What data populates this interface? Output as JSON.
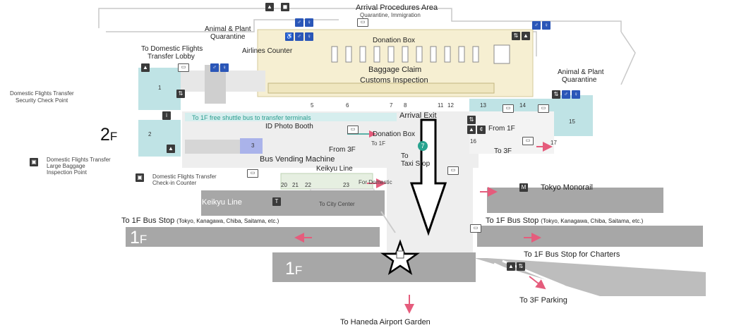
{
  "floors": {
    "f2": {
      "num": "2",
      "suffix": "F"
    },
    "f1_left": {
      "num": "1",
      "suffix": "F"
    },
    "f1_center": {
      "num": "1",
      "suffix": "F"
    }
  },
  "labels": {
    "arrival_procedures": "Arrival Procedures Area",
    "quarantine_immigration": "Quarantine, Immigration",
    "animal_plant_left_1": "Animal & Plant",
    "animal_plant_left_2": "Quarantine",
    "airlines_counter": "Airlines Counter",
    "donation_box_top": "Donation Box",
    "baggage_claim": "Baggage Claim",
    "customs_inspection": "Customs Inspection",
    "animal_plant_right_1": "Animal & Plant",
    "animal_plant_right_2": "Quarantine",
    "to_domestic_transfer_1": "To Domestic Flights",
    "to_domestic_transfer_2": "Transfer Lobby",
    "security_check_1": "Domestic Flights Transfer",
    "security_check_2": "Security Check Point",
    "shuttle_bus": "To 1F free shuttle bus to transfer terminals",
    "arrival_exit": "Arrival Exit",
    "id_photo_booth": "ID Photo Booth",
    "donation_box_mid": "Donation Box",
    "from_1f": "From 1F",
    "to_3f_right": "To 3F",
    "from_3f": "From 3F",
    "to_1f_small": "To 1F",
    "to_taxi_1": "To",
    "to_taxi_2": "Taxi Stop",
    "bus_vending": "Bus Vending Machine",
    "keikyu_line_mid": "Keikyu Line",
    "large_baggage_1": "Domestic Flights Transfer",
    "large_baggage_2": "Large Baggage",
    "large_baggage_3": "Inspection Point",
    "checkin_counter_1": "Domestic Flights Transfer",
    "checkin_counter_2": "Check-in Counter",
    "for_domestic": "For Domestic",
    "to_city_center": "To City Center",
    "keikyu_line_left": "Keikyu Line",
    "tokyo_monorail": "Tokyo Monorail",
    "bus_stop_left": "To 1F Bus Stop",
    "bus_stop_left_detail": "(Tokyo, Kanagawa, Chiba, Saitama, etc.)",
    "bus_stop_right": "To 1F Bus Stop",
    "bus_stop_right_detail": "(Tokyo, Kanagawa, Chiba, Saitama, etc.)",
    "bus_stop_charters": "To 1F Bus Stop for Charters",
    "to_3f_parking": "To 3F Parking",
    "to_haneda_garden": "To Haneda Airport Garden"
  },
  "area_numbers": [
    "1",
    "2",
    "3",
    "5",
    "6",
    "7",
    "8",
    "11",
    "12",
    "13",
    "14",
    "15",
    "16",
    "17",
    "20",
    "21",
    "22",
    "23"
  ],
  "bubble": "7",
  "colors": {
    "teal_area": "#bfe3e5",
    "gray_band": "#a7a7a7",
    "light_floor": "#eeeeee",
    "baggage_hall": "#f6efd2",
    "pink_arrow": "#e55c7c",
    "blue_area": "#aab3ea",
    "icon_blue": "#2a56b8"
  }
}
